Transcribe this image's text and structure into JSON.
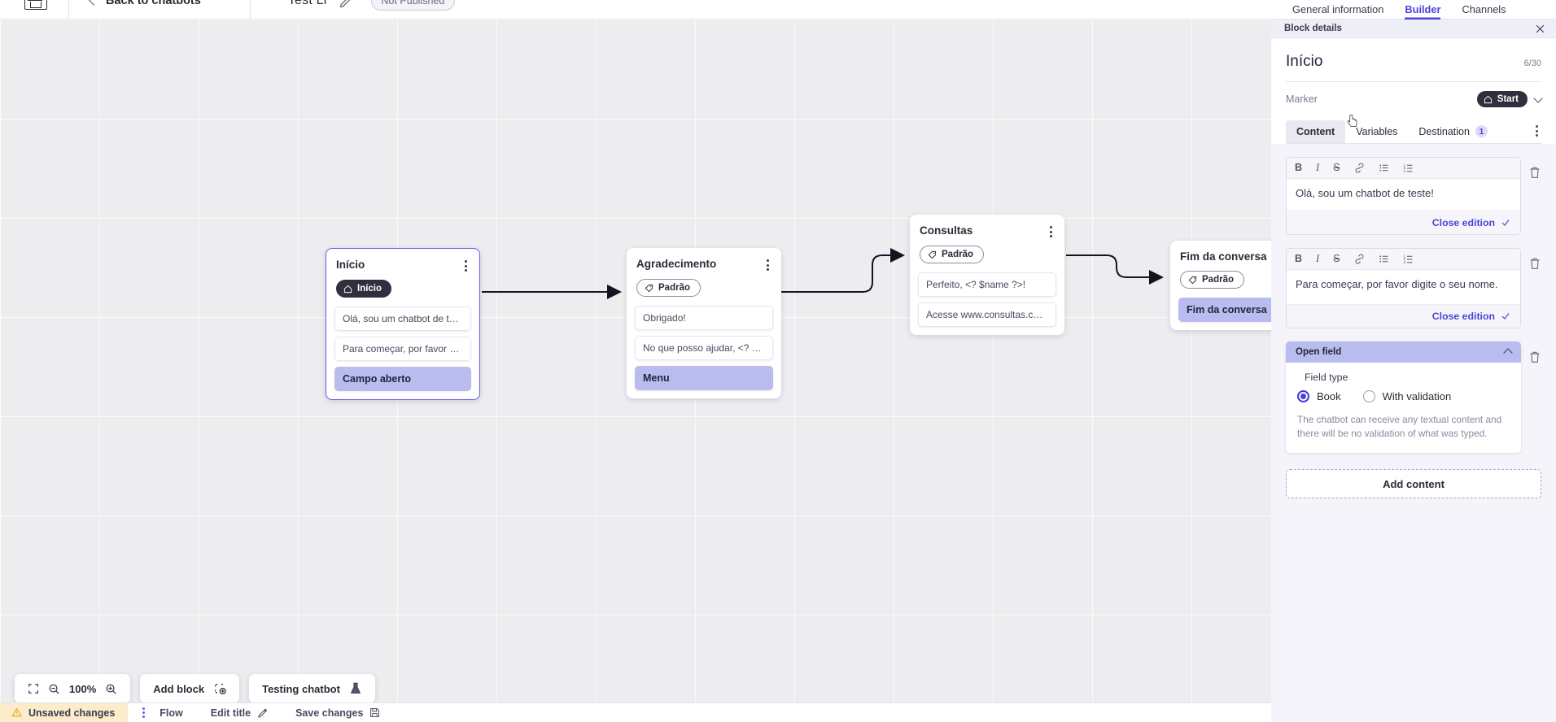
{
  "topbar": {
    "logo_icon": "chatbot-logo-icon",
    "back_label": "Back to chatbots",
    "back_icon": "chevron-left-icon",
    "bot_name": "Test Li",
    "edit_icon": "pencil-icon",
    "publish_status": "Not Published"
  },
  "canvas": {
    "nodes": [
      {
        "title": "Início",
        "tag": "Início",
        "tag_style": "dark",
        "tag_icon": "home-icon",
        "selected": true,
        "menu_icon": "kebab-menu-icon",
        "messages": [
          {
            "text": "Olá, sou um chatbot de teste!",
            "highlight": false
          },
          {
            "text": "Para começar, por favor digite o ...",
            "highlight": false
          },
          {
            "text": "Campo aberto",
            "highlight": true
          }
        ]
      },
      {
        "title": "Agradecimento",
        "tag": "Padrão",
        "tag_style": "outline",
        "tag_icon": "tag-icon",
        "selected": false,
        "menu_icon": "kebab-menu-icon",
        "messages": [
          {
            "text": "Obrigado!",
            "highlight": false
          },
          {
            "text": "No que posso ajudar, <? $name ...",
            "highlight": false
          },
          {
            "text": "Menu",
            "highlight": true
          }
        ]
      },
      {
        "title": "Consultas",
        "tag": "Padrão",
        "tag_style": "outline",
        "tag_icon": "tag-icon",
        "selected": false,
        "menu_icon": "kebab-menu-icon",
        "messages": [
          {
            "text": "Perfeito, <? $name ?>!",
            "highlight": false
          },
          {
            "text": "Acesse www.consultas.com par...",
            "highlight": false
          }
        ]
      },
      {
        "title": "Fim da conversa",
        "tag": "Padrão",
        "tag_style": "outline",
        "tag_icon": "tag-icon",
        "selected": false,
        "menu_icon": null,
        "messages": [
          {
            "text": "Fim da conversa",
            "highlight": true
          }
        ]
      }
    ]
  },
  "bottom_tools": {
    "fit_icon": "fit-screen-icon",
    "zoom_out_icon": "zoom-out-icon",
    "zoom_level": "100%",
    "zoom_in_icon": "zoom-in-icon",
    "add_block_label": "Add block",
    "add_block_icon": "add-block-icon",
    "testing_label": "Testing chatbot",
    "testing_icon": "flask-icon"
  },
  "statusbar": {
    "unsaved_label": "Unsaved changes",
    "warning_icon": "warning-triangle-icon",
    "kebab_icon": "kebab-menu-icon",
    "flow_label": "Flow",
    "edit_title_label": "Edit title",
    "edit_title_icon": "pencil-icon",
    "save_label": "Save changes",
    "save_icon": "save-disk-icon"
  },
  "panel": {
    "tabs": [
      {
        "label": "General information",
        "active": false
      },
      {
        "label": "Builder",
        "active": true
      },
      {
        "label": "Channels",
        "active": false
      }
    ],
    "header_title": "Block details",
    "close_icon": "close-icon",
    "block_title": "Início",
    "char_count": "6/30",
    "marker_label": "Marker",
    "marker_value": "Start",
    "marker_icon": "home-icon",
    "marker_chevron": "chevron-down-icon",
    "content_tabs": [
      {
        "label": "Content",
        "active": true,
        "badge": null
      },
      {
        "label": "Variables",
        "active": false,
        "badge": null
      },
      {
        "label": "Destination",
        "active": false,
        "badge": "1"
      }
    ],
    "overflow_icon": "kebab-menu-icon",
    "editors": [
      {
        "toolbar": [
          "B",
          "I",
          "S",
          "link-icon",
          "bullet-list-icon",
          "numbered-list-icon"
        ],
        "text": "Olá, sou um chatbot de teste!",
        "close_label": "Close edition",
        "check_icon": "check-icon",
        "delete_icon": "trash-icon"
      },
      {
        "toolbar": [
          "B",
          "I",
          "S",
          "link-icon",
          "bullet-list-icon",
          "numbered-list-icon"
        ],
        "text": "Para começar, por favor digite o seu nome.",
        "close_label": "Close edition",
        "check_icon": "check-icon",
        "delete_icon": "trash-icon"
      }
    ],
    "open_field": {
      "title": "Open field",
      "collapse_icon": "chevron-up-icon",
      "delete_icon": "trash-icon",
      "field_type_label": "Field type",
      "options": [
        {
          "label": "Book",
          "selected": true
        },
        {
          "label": "With validation",
          "selected": false
        }
      ],
      "description": "The chatbot can receive any textual content and there will be no validation of what was typed."
    },
    "add_content_label": "Add content"
  },
  "colors": {
    "accent": "#4b44d6",
    "highlight": "#b9bcef",
    "dark_pill": "#2f2f3d",
    "warning_bg": "#fdeccb"
  }
}
